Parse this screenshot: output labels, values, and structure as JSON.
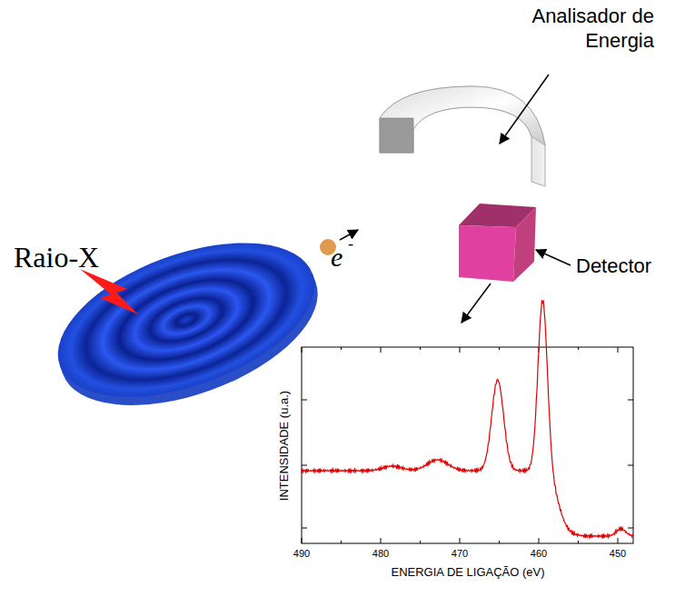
{
  "diagram": {
    "labels": [
      "Analisador de Energia",
      "Raio-X",
      "e",
      "-",
      "Detector",
      "INTENSIDADE (u.a.)",
      "490",
      "480",
      "470",
      "460",
      "450",
      "ENERGIA DE LIGAÇÃO (eV)"
    ]
  }
}
